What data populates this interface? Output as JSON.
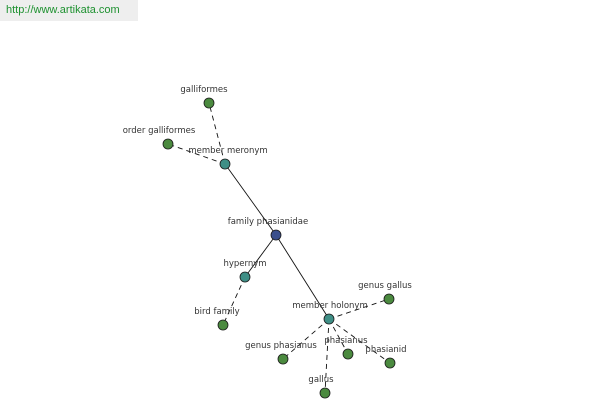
{
  "header": {
    "url_text": "http://www.artikata.com"
  },
  "colors": {
    "url_text": "#1e9130",
    "url_background": "#eeeeee",
    "root_node": "#3a4f8c",
    "relation_node": "#3f8f86",
    "leaf_node": "#4b8a3f",
    "edge": "#111111"
  },
  "graph": {
    "nodes": [
      {
        "id": "family-phasianidae",
        "label": "family phasianidae",
        "kind": "root"
      },
      {
        "id": "member-meronym",
        "label": "member meronym",
        "kind": "relation"
      },
      {
        "id": "hypernym",
        "label": "hypernym",
        "kind": "relation"
      },
      {
        "id": "member-holonym",
        "label": "member holonym",
        "kind": "relation"
      },
      {
        "id": "galliformes",
        "label": "galliformes",
        "kind": "leaf"
      },
      {
        "id": "order-galliformes",
        "label": "order galliformes",
        "kind": "leaf"
      },
      {
        "id": "bird-family",
        "label": "bird family",
        "kind": "leaf"
      },
      {
        "id": "genus-gallus",
        "label": "genus gallus",
        "kind": "leaf"
      },
      {
        "id": "genus-phasianus",
        "label": "genus phasianus",
        "kind": "leaf"
      },
      {
        "id": "phasianus",
        "label": "phasianus",
        "kind": "leaf"
      },
      {
        "id": "phasianid",
        "label": "phasianid",
        "kind": "leaf"
      },
      {
        "id": "gallus",
        "label": "gallus",
        "kind": "leaf"
      }
    ],
    "edges": [
      {
        "from": "family-phasianidae",
        "to": "member-meronym",
        "style": "solid"
      },
      {
        "from": "family-phasianidae",
        "to": "hypernym",
        "style": "solid"
      },
      {
        "from": "family-phasianidae",
        "to": "member-holonym",
        "style": "solid"
      },
      {
        "from": "member-meronym",
        "to": "galliformes",
        "style": "dashed"
      },
      {
        "from": "member-meronym",
        "to": "order-galliformes",
        "style": "dashed"
      },
      {
        "from": "hypernym",
        "to": "bird-family",
        "style": "dashed"
      },
      {
        "from": "member-holonym",
        "to": "genus-gallus",
        "style": "dashed"
      },
      {
        "from": "member-holonym",
        "to": "genus-phasianus",
        "style": "dashed"
      },
      {
        "from": "member-holonym",
        "to": "phasianus",
        "style": "dashed"
      },
      {
        "from": "member-holonym",
        "to": "phasianid",
        "style": "dashed"
      },
      {
        "from": "member-holonym",
        "to": "gallus",
        "style": "dashed"
      }
    ]
  }
}
